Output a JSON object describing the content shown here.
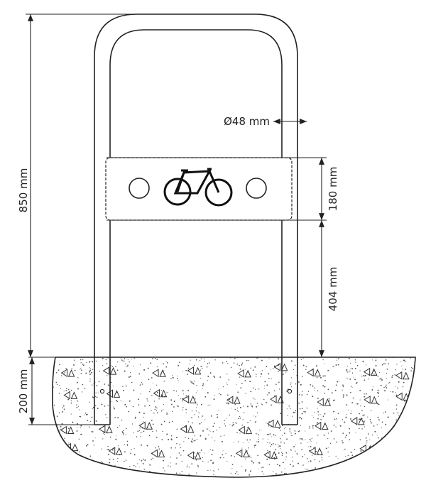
{
  "drawing": {
    "dimensions": {
      "total_height": "850 mm",
      "tube_diameter": "Ø48 mm",
      "plate_height": "180 mm",
      "plate_to_ground": "404 mm",
      "embed_depth": "200 mm"
    },
    "plate_icon": "bicycle-icon",
    "colors": {
      "line": "#222222",
      "ground_speckle": "#555555"
    }
  }
}
